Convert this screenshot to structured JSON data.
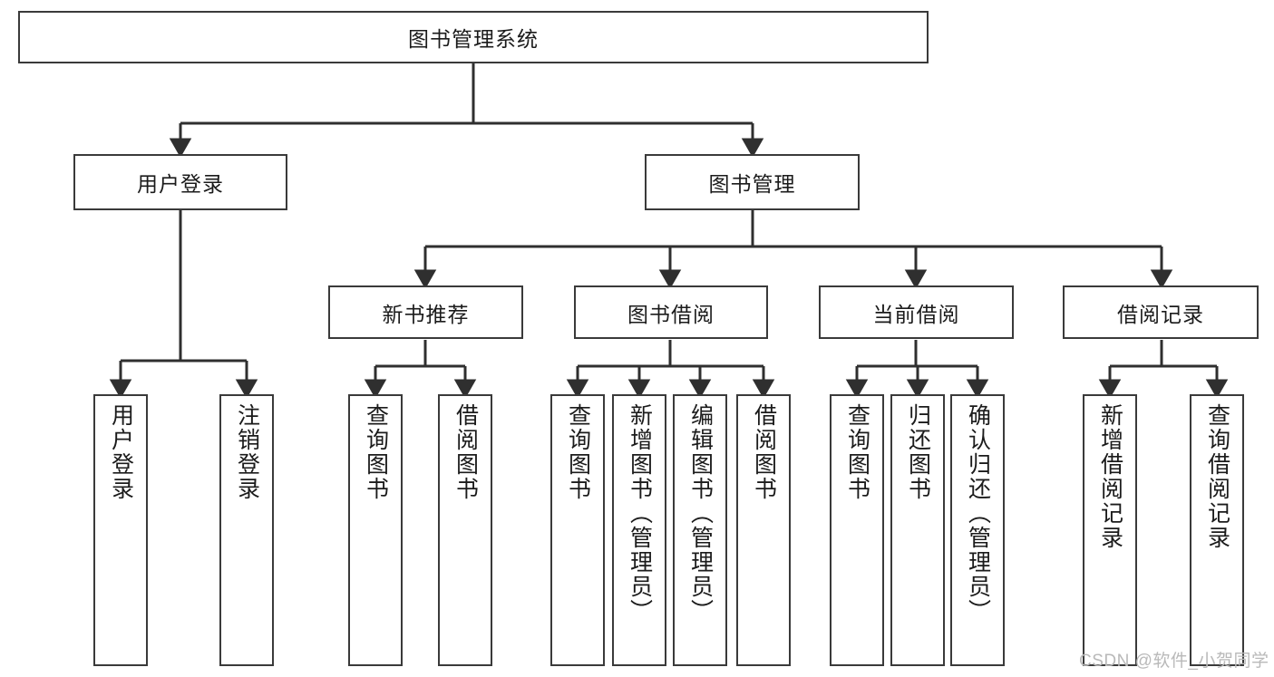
{
  "diagram": {
    "title_node": {
      "label": "图书管理系统"
    },
    "level2": [
      {
        "id": "user-login",
        "label": "用户登录"
      },
      {
        "id": "book-manage",
        "label": "图书管理"
      }
    ],
    "level3": [
      {
        "id": "new-book-recommend",
        "label": "新书推荐"
      },
      {
        "id": "book-borrow",
        "label": "图书借阅"
      },
      {
        "id": "current-borrow",
        "label": "当前借阅"
      },
      {
        "id": "borrow-record",
        "label": "借阅记录"
      }
    ],
    "leaves": [
      {
        "id": "leaf-user-login",
        "label": "用户登录"
      },
      {
        "id": "leaf-logout-login",
        "label": "注销登录"
      },
      {
        "id": "leaf-query-book-1",
        "label": "查询图书"
      },
      {
        "id": "leaf-borrow-book-1",
        "label": "借阅图书"
      },
      {
        "id": "leaf-query-book-2",
        "label": "查询图书"
      },
      {
        "id": "leaf-add-book",
        "label": "新增图书（管理员）"
      },
      {
        "id": "leaf-edit-book",
        "label": "编辑图书（管理员）"
      },
      {
        "id": "leaf-borrow-book-2",
        "label": "借阅图书"
      },
      {
        "id": "leaf-query-book-3",
        "label": "查询图书"
      },
      {
        "id": "leaf-return-book",
        "label": "归还图书"
      },
      {
        "id": "leaf-confirm-return",
        "label": "确认归还（管理员）"
      },
      {
        "id": "leaf-add-borrow-record",
        "label": "新增借阅记录"
      },
      {
        "id": "leaf-query-borrow-record",
        "label": "查询借阅记录"
      }
    ],
    "colors": {
      "stroke": "#3a3a3a",
      "text": "#1b1b1b",
      "background": "#ffffff",
      "watermark": "#b9b9b9"
    }
  },
  "watermark": {
    "text": "CSDN @软件_小贺同学"
  }
}
